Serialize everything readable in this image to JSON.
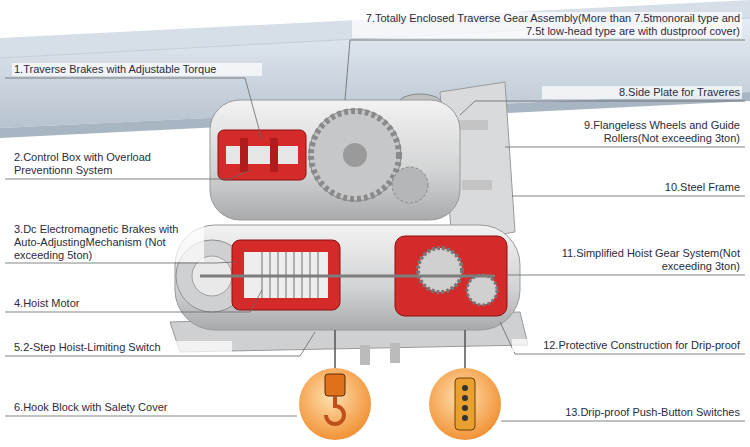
{
  "diagram": {
    "labels": [
      "1.Traverse Brakes with Adjustable Torque",
      "2.Control Box with Overload Preventionn System",
      "3.Dc Electromagnetic Brakes with Auto-AdjustingMechanism (Not exceeding 5ton)",
      "4.Hoist Motor",
      "5.2-Step Hoist-Limiting Switch",
      "6.Hook Block with Salety Cover",
      "7.Totally Enclosed Traverse Gear Assembly(More than 7.5tmonorail type and 7.5t low-head type are with dustproof cover)",
      "8.Side Plate for Traveres",
      "9.Flangeless Wheels and Guide Rollers(Not exceeding 3ton)",
      "10.Steel Frame",
      "11.Simplified Hoist Gear System(Not exceeding 3ton)",
      "12.Protective Construction for Drip-proof",
      "13.Drip-proof Push-Button Switches"
    ]
  }
}
